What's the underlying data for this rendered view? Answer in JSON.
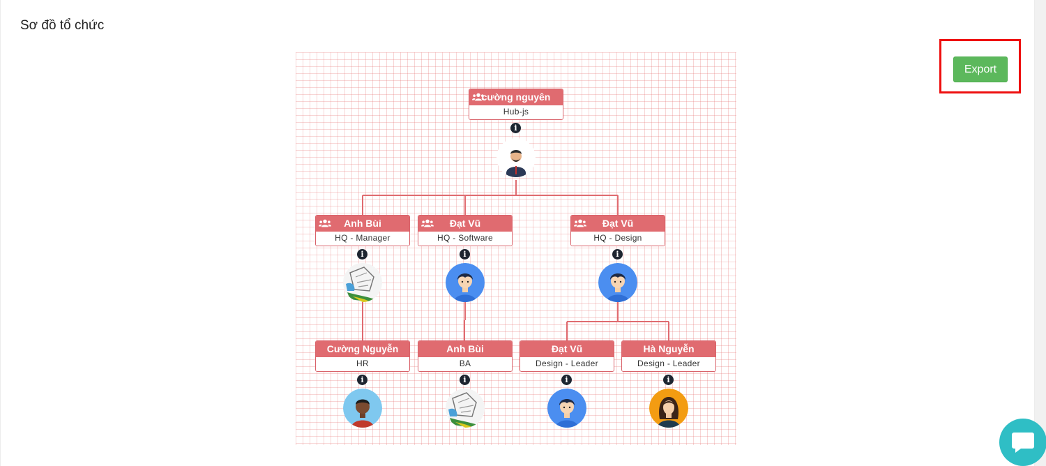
{
  "page": {
    "title": "Sơ đồ tổ chức"
  },
  "toolbar": {
    "export_label": "Export"
  },
  "colors": {
    "node_header": "#e06b70",
    "node_border": "#d9626a",
    "connector": "#e06b70",
    "export_button": "#5cb85c",
    "highlight": "#ee0f0f",
    "chat": "#2fbec5",
    "grid": "#f3c9c9"
  },
  "org_chart": {
    "root": {
      "name": "cường nguyên",
      "title": "Hub-js",
      "icon": "group-icon",
      "avatar": "businessman-avatar"
    },
    "level1": [
      {
        "name": "Anh Bùi",
        "title": "HQ - Manager",
        "icon": "group-icon",
        "avatar": "sketch-photo-avatar"
      },
      {
        "name": "Đạt Vũ",
        "title": "HQ - Software",
        "icon": "group-icon",
        "avatar": "blue-boy-avatar"
      },
      {
        "name": "Đạt Vũ",
        "title": "HQ - Design",
        "icon": "group-icon",
        "avatar": "blue-boy-avatar"
      }
    ],
    "level2": [
      {
        "name": "Cường Nguyễn",
        "title": "HR",
        "avatar": "dark-boy-avatar"
      },
      {
        "name": "Anh Bùi",
        "title": "BA",
        "avatar": "sketch-photo-avatar"
      },
      {
        "name": "Đạt Vũ",
        "title": "Design - Leader",
        "avatar": "blue-boy-avatar"
      },
      {
        "name": "Hà Nguyễn",
        "title": "Design - Leader",
        "avatar": "woman-avatar"
      }
    ]
  },
  "info_icon": {
    "glyph": "i"
  }
}
